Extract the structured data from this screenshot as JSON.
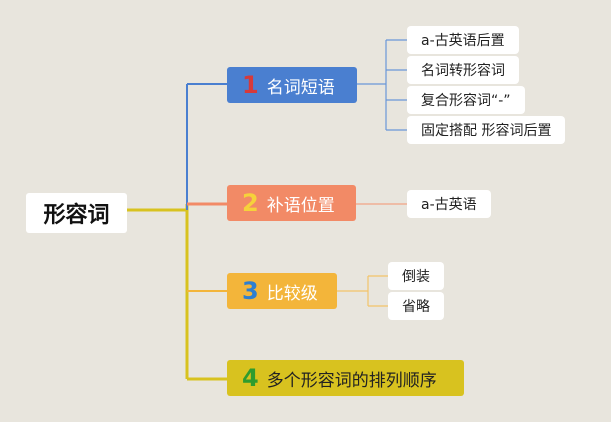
{
  "root": {
    "label": "形容词"
  },
  "branches": [
    {
      "num": "1",
      "label": "名词短语",
      "leaves": [
        "a-古英语后置",
        "名词转形容词",
        "复合形容词“-”",
        "固定搭配 形容词后置"
      ]
    },
    {
      "num": "2",
      "label": "补语位置",
      "leaves": [
        "a-古英语"
      ]
    },
    {
      "num": "3",
      "label": "比较级",
      "leaves": [
        "倒装",
        "省略"
      ]
    },
    {
      "num": "4",
      "label": "多个形容词的排列顺序",
      "leaves": []
    }
  ],
  "colors": {
    "background": "#e8e5dd",
    "branch1": "#4a7fd0",
    "branch2": "#f28a66",
    "branch3": "#f3b53a",
    "branch4": "#d8c21f",
    "trunk": "#d8c21f"
  }
}
